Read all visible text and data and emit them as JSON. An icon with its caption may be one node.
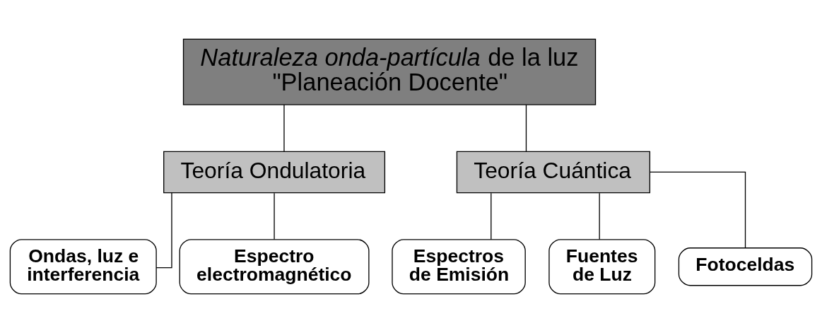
{
  "diagram": {
    "nodes": [
      {
        "text": [
          "*Naturaleza onda-partícula* de la luz \"Planeación Docente\""
        ]
      },
      {
        "text": [
          "Teoría Ondulatoria"
        ]
      },
      {
        "text": [
          "Teoría Cuántica"
        ]
      },
      {
        "text": [
          "Ondas, luz e interferencia"
        ]
      },
      {
        "text": [
          "Espectro electromagnético"
        ]
      },
      {
        "text": [
          "Espectros de Emisión"
        ]
      },
      {
        "text": [
          "Fuentes de Luz"
        ]
      },
      {
        "text": [
          "Fotoceldas"
        ]
      }
    ],
    "edges": [
      {
        "from": 0,
        "to": 1,
        "arrow": "none"
      },
      {
        "from": 0,
        "to": 2,
        "arrow": "none"
      },
      {
        "from": 1,
        "to": 3,
        "arrow": "none"
      },
      {
        "from": 1,
        "to": 4,
        "arrow": "none"
      },
      {
        "from": 2,
        "to": 5,
        "arrow": "none"
      },
      {
        "from": 2,
        "to": 6,
        "arrow": "none"
      },
      {
        "from": 2,
        "to": 7,
        "arrow": "none"
      }
    ]
  }
}
